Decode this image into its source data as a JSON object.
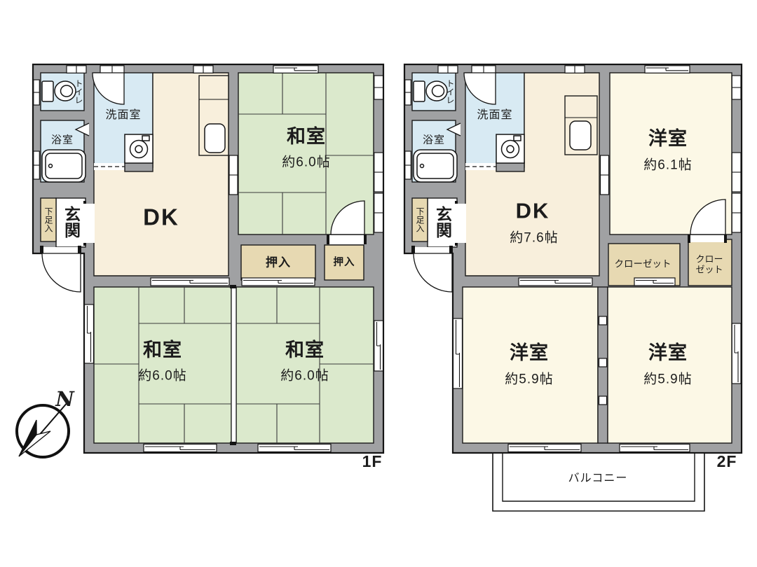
{
  "colors": {
    "wall": "#a0a1a3",
    "tatami_green": "#dbe9cc",
    "cream": "#f8efdc",
    "water_blue": "#d8eaf3",
    "closet_tan": "#e7d9b2",
    "ivory": "#fcf8e6",
    "line": "#1d1d1f"
  },
  "floor1": {
    "floor_label": "1F",
    "toilet": "トイレ",
    "washroom": "洗面室",
    "bathroom": "浴室",
    "entrance": "玄関",
    "shoe_cabinet": "下足入",
    "dk": {
      "name": "DK"
    },
    "tatami_ne": {
      "name": "和室",
      "size": "約6.0帖"
    },
    "tatami_sw": {
      "name": "和室",
      "size": "約6.0帖"
    },
    "tatami_se": {
      "name": "和室",
      "size": "約6.0帖"
    },
    "oshiire_left": "押入",
    "oshiire_right": "押入"
  },
  "floor2": {
    "floor_label": "2F",
    "toilet": "トイレ",
    "washroom": "洗面室",
    "bathroom": "浴室",
    "entrance": "玄関",
    "shoe_cabinet": "下足入",
    "dk": {
      "name": "DK",
      "size": "約7.6帖"
    },
    "western_ne": {
      "name": "洋室",
      "size": "約6.1帖"
    },
    "western_sw": {
      "name": "洋室",
      "size": "約5.9帖"
    },
    "western_se": {
      "name": "洋室",
      "size": "約5.9帖"
    },
    "closet_left": "クローゼット",
    "closet_right_line1": "クロー",
    "closet_right_line2": "ゼット",
    "balcony": "バルコニー"
  },
  "compass": {
    "north": "N"
  }
}
